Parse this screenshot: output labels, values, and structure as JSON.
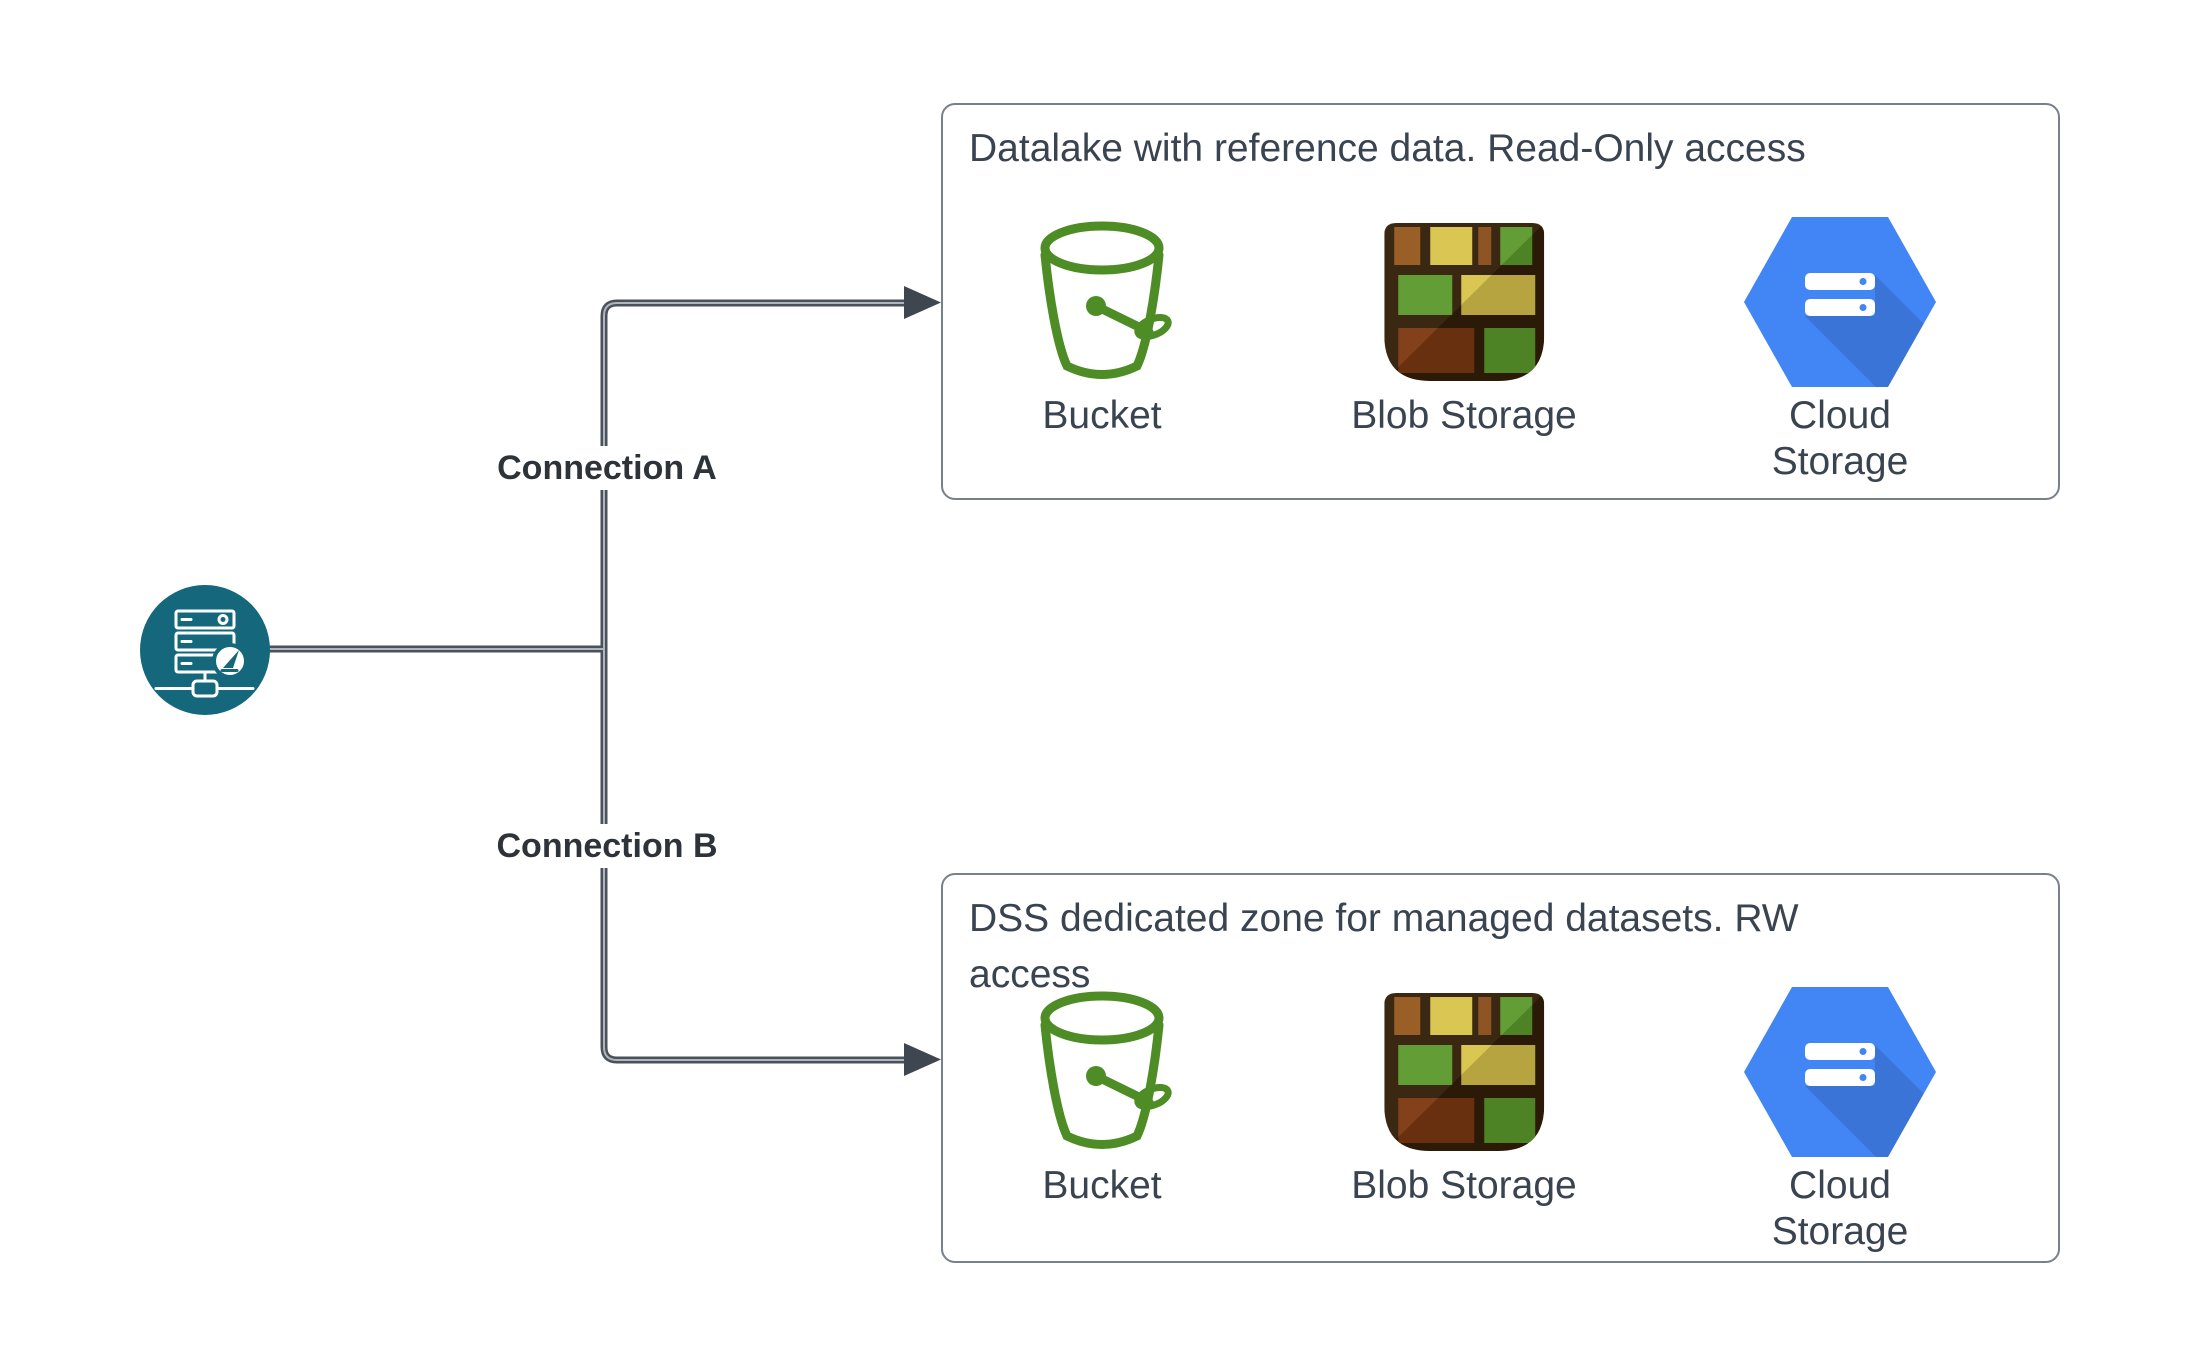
{
  "diagram": {
    "server_node": {
      "icon": "dss-server-icon"
    },
    "connections": [
      {
        "id": "A",
        "label": "Connection A"
      },
      {
        "id": "B",
        "label": "Connection B"
      }
    ],
    "zones": [
      {
        "title": "Datalake with reference data. Read-Only access",
        "items": [
          {
            "icon": "bucket-icon",
            "label": "Bucket"
          },
          {
            "icon": "blob-storage-icon",
            "label": "Blob Storage"
          },
          {
            "icon": "cloud-storage-icon",
            "label": "Cloud Storage"
          }
        ]
      },
      {
        "title": "DSS dedicated zone for managed datasets. RW access",
        "items": [
          {
            "icon": "bucket-icon",
            "label": "Bucket"
          },
          {
            "icon": "blob-storage-icon",
            "label": "Blob Storage"
          },
          {
            "icon": "cloud-storage-icon",
            "label": "Cloud Storage"
          }
        ]
      }
    ]
  },
  "colors": {
    "accent_teal": "#15687C",
    "line": "#49515A",
    "line_core": "#AEB5BD",
    "arrow": "#3E4650",
    "box_border": "#78808A",
    "title_text": "#3A4450",
    "conn_label_text": "#2E333A",
    "bucket_green": "#4E8C25",
    "blob_bg": "#332009",
    "blob_brown": "#96591F",
    "blob_brown_sliver": "#8A4E1C",
    "blob_yellow": "#D8C44C",
    "blob_green": "#5C9B2D",
    "blob_dark_red": "#7D3A12",
    "gcp_blue": "#4285F4"
  }
}
